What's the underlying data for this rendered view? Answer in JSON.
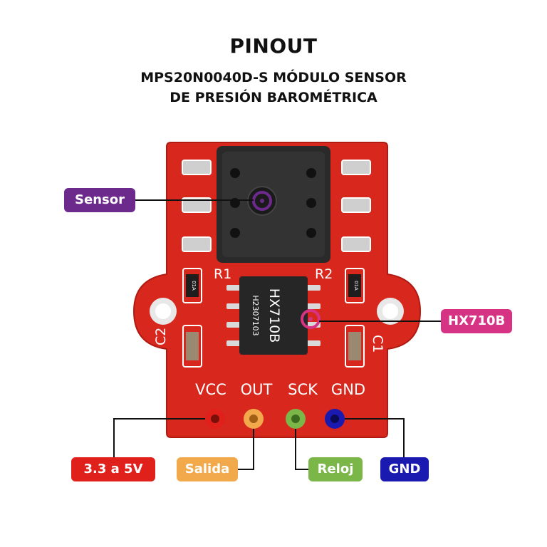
{
  "title": "PINOUT",
  "subtitle_line1": "MPS20N0040D-S MÓDULO SENSOR",
  "subtitle_line2": "DE PRESIÓN BAROMÉTRICA",
  "board_silkscreen": {
    "r1": "R1",
    "r2": "R2",
    "c1": "C1",
    "c2": "C2",
    "resistor_code": "01A",
    "chip_line1": "HX710B",
    "chip_line2": "H2307103"
  },
  "pin_headers": [
    "VCC",
    "OUT",
    "SCK",
    "GND"
  ],
  "callouts": {
    "sensor": "Sensor",
    "chip": "HX710B",
    "vcc": "3.3 a 5V",
    "out": "Salida",
    "sck": "Reloj",
    "gnd": "GND"
  },
  "colors": {
    "board": "#d8281e",
    "sensor": "#6b2a8c",
    "chip": "#d63384",
    "vcc": "#e0201a",
    "out": "#f2a94b",
    "sck": "#7ab648",
    "gnd": "#1a1ab0"
  }
}
